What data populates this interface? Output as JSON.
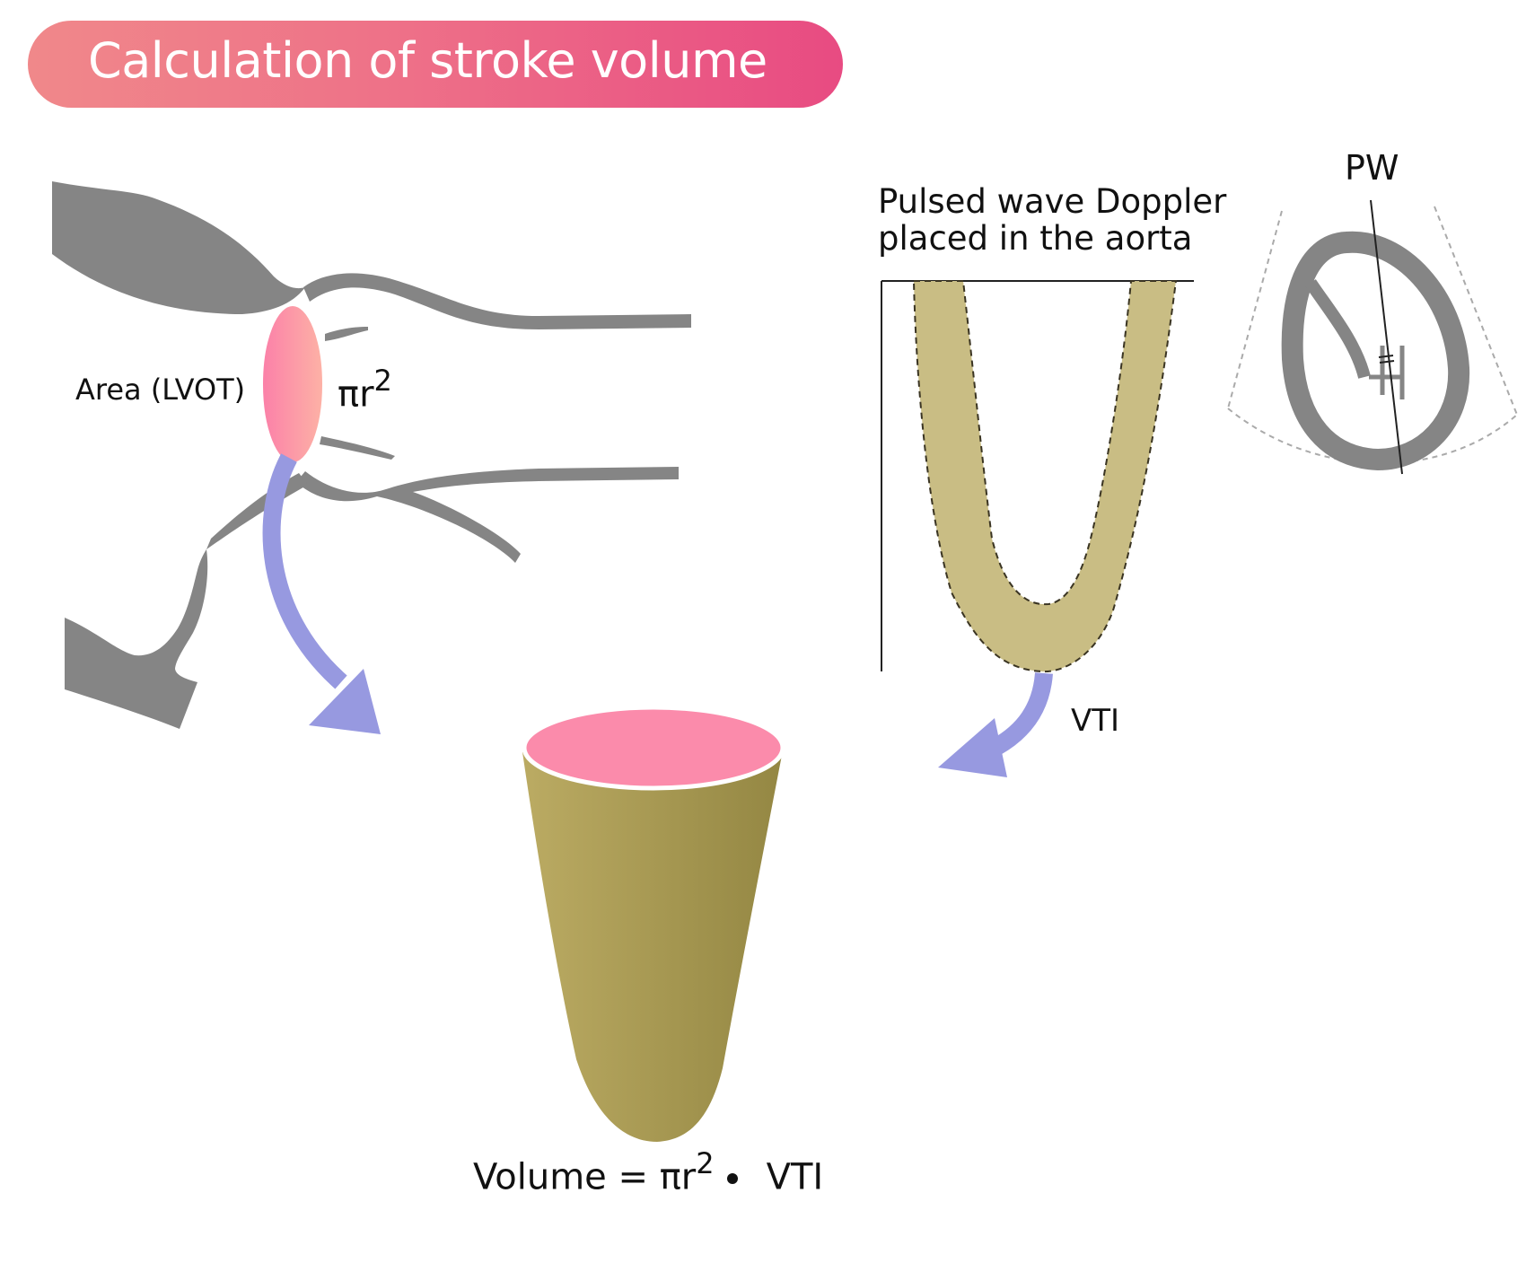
{
  "title": "Calculation of stroke volume",
  "labels": {
    "area": "Area (LVOT)",
    "pi_r": "πr",
    "exponent": "2",
    "pw": "PW",
    "doppler_line1": "Pulsed wave Doppler",
    "doppler_line2": "placed in the aorta",
    "vti": "VTI",
    "volume_prefix": "Volume = πr",
    "volume_suffix": "VTI"
  },
  "colors": {
    "title_gradient_start": "#f0888a",
    "title_gradient_end": "#e84b82",
    "anatomy_gray": "#858585",
    "lvot_pink": "#fb8bab",
    "arrow_lavender": "#9799e0",
    "doppler_fill": "#c9bd84",
    "cone_dark": "#968945",
    "cone_light": "#bbab63"
  }
}
